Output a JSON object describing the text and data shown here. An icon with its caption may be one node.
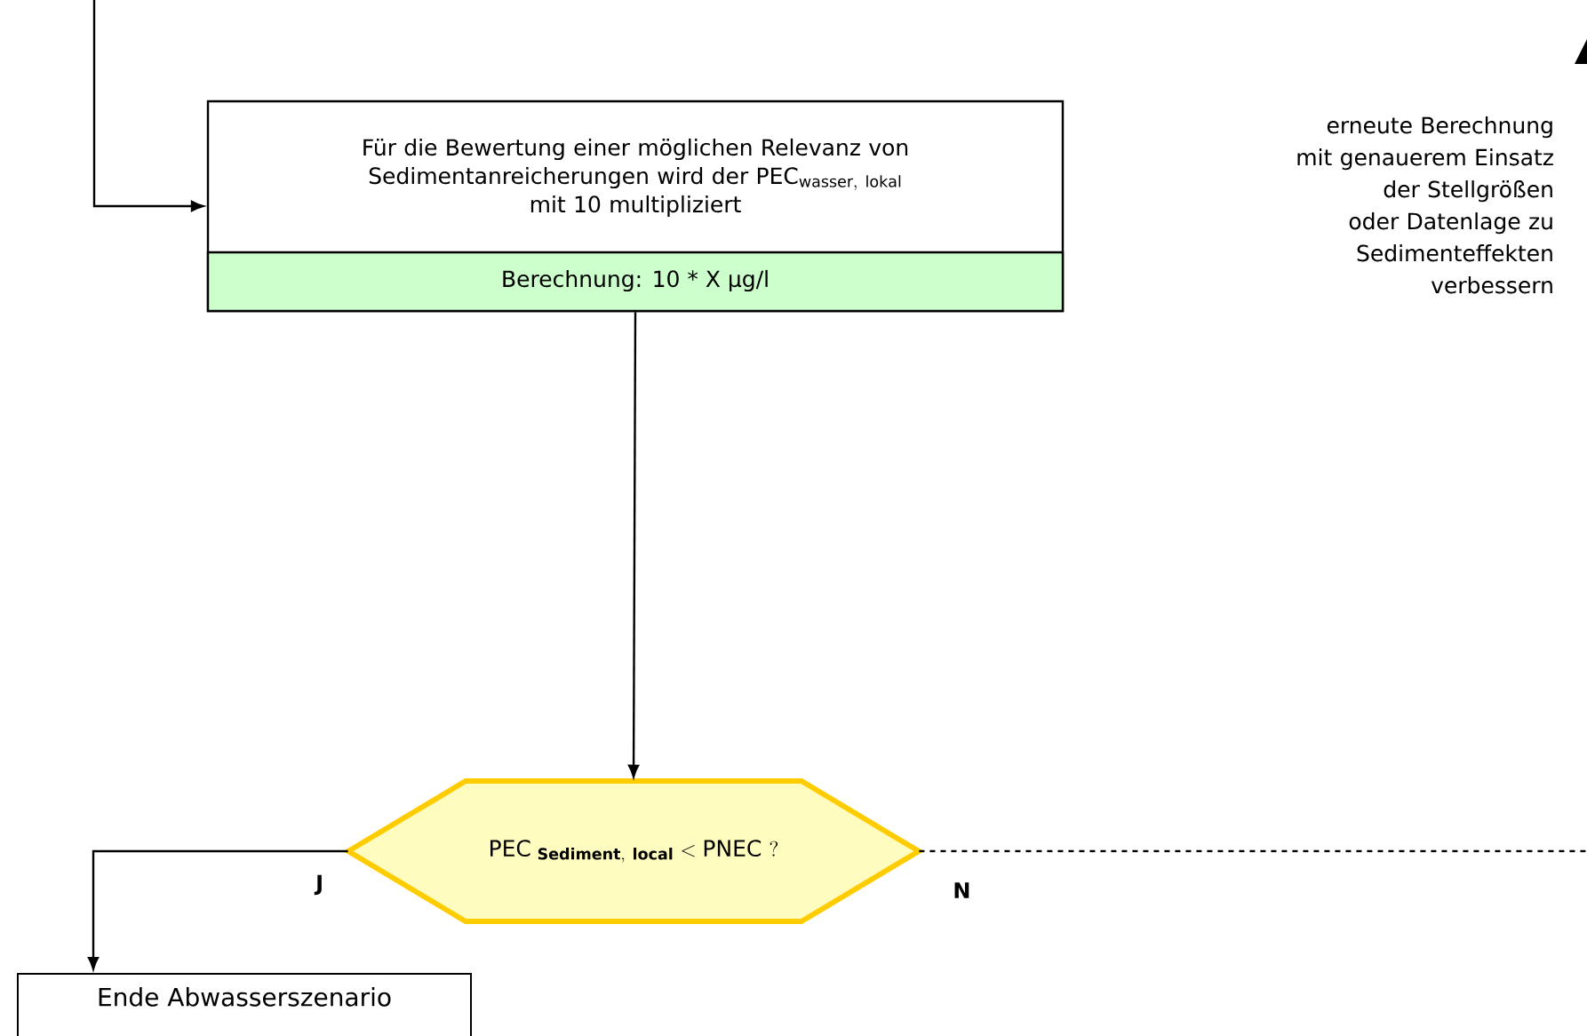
{
  "diagram": {
    "nodes": [
      {
        "text": [
          "Für die Bewertung einer möglichen Relevanz von Sedimentanreicherungen wird der",
          "\\mathrm{PEC}_{\\mathrm{wasser,\\ lokal}}",
          "mit 10 multipliziert",
          "Berechnung: 10 * X µg/l"
        ]
      },
      {
        "text": [
          "\\mathrm{PEC}\\;{}_{\\mathbf{Sediment,\\ local}} < \\mathrm{PNEC\\ ?}"
        ]
      },
      {
        "text": [
          "Ende Abwasserszenario"
        ]
      }
    ],
    "edges": [
      {
        "from": null,
        "to": 0,
        "arrow": "to"
      },
      {
        "from": 0,
        "to": 1,
        "arrow": "to"
      },
      {
        "from": 1,
        "to": 2,
        "arrow": "to",
        "label": "J"
      },
      {
        "from": 1,
        "to": null,
        "arrow": "none",
        "label": "N",
        "style": "dashed"
      }
    ],
    "labels": [
      "erneute Berechnung mit genauerem Einsatz der Stellgrößen oder Datenlage zu Sedimenteffekten verbessern"
    ]
  }
}
